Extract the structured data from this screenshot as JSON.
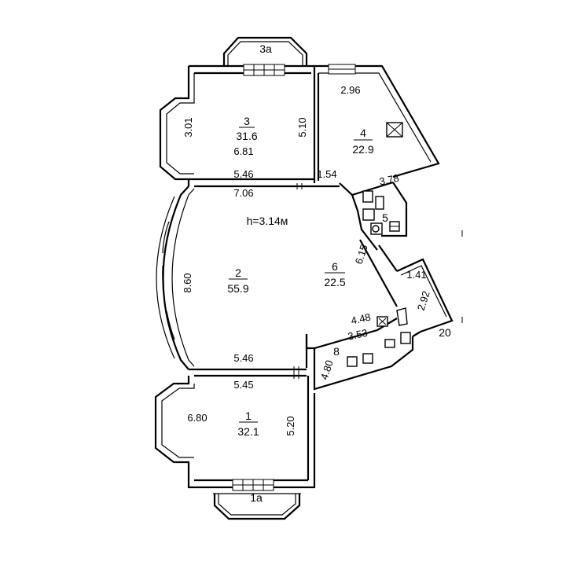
{
  "plan": {
    "ceiling_height": "h=3.14м",
    "rooms": [
      {
        "id": "room-1",
        "number": "1",
        "area": "32.1"
      },
      {
        "id": "room-2",
        "number": "2",
        "area": "55.9"
      },
      {
        "id": "room-3",
        "number": "3",
        "area": "31.6"
      },
      {
        "id": "room-4",
        "number": "4",
        "area": "22.9"
      },
      {
        "id": "room-5",
        "number": "5"
      },
      {
        "id": "room-6",
        "number": "6",
        "area": "22.5"
      },
      {
        "id": "room-8",
        "number": "8"
      }
    ],
    "balconies": [
      {
        "id": "balcony-3a",
        "label": "3а"
      },
      {
        "id": "balcony-1a",
        "label": "1а"
      },
      {
        "id": "balcony-20",
        "label": "20"
      }
    ],
    "dimensions": {
      "r3_left": "3.01",
      "r3_inner": "6.81",
      "r3_right": "5.10",
      "r3_bottom": "5.46",
      "r4_top": "2.96",
      "r4_bottom": "3.78",
      "corr_small": "1.54",
      "r2_top": "7.06",
      "r2_left": "8.60",
      "r2_bottom": "5.46",
      "r6_side": "6.15",
      "r8_top": "4.48",
      "r8_mid": "3.53",
      "r8_side": "4.80",
      "r20_top": "1.41",
      "r20_side": "2.92",
      "r1_top": "5.45",
      "r1_left": "6.80",
      "r1_right": "5.20"
    }
  }
}
